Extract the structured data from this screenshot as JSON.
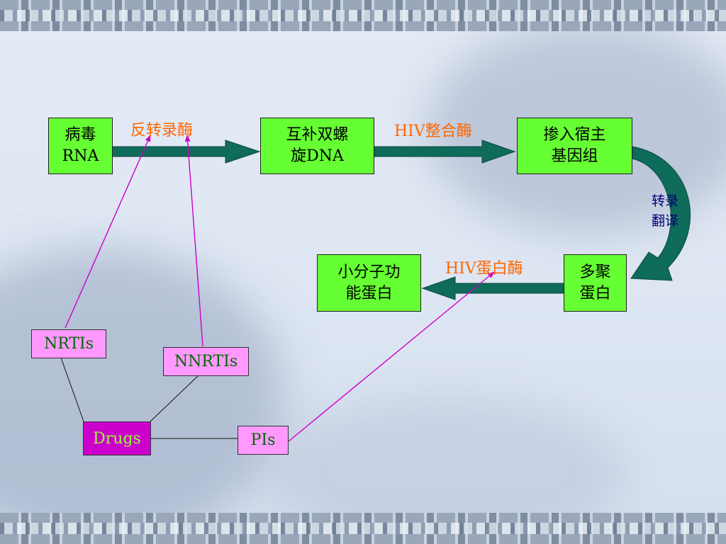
{
  "nodes": {
    "viral_rna": [
      "病毒",
      "RNA"
    ],
    "double_dna": [
      "互补双螺",
      "旋DNA"
    ],
    "integrated": [
      "掺入宿主",
      "基因组"
    ],
    "polyprotein": [
      "多聚",
      "蛋白"
    ],
    "small_protein": [
      "小分子功",
      "能蛋白"
    ]
  },
  "enzymes": {
    "reverse_transcriptase": "反转录酶",
    "integrase": "HIV整合酶",
    "protease": "HIV蛋白酶",
    "transcription": [
      "转录",
      "翻译"
    ]
  },
  "drugs": {
    "nrtis": "NRTIs",
    "nnrtis": "NNRTIs",
    "pis": "PIs",
    "center": "Drugs"
  },
  "colors": {
    "node_fill": "#66ff33",
    "drug_fill": "#ff99ff",
    "center_fill": "#cc00cc",
    "arrow_fill": "#0f6b5a",
    "pointer_line": "#cc00cc",
    "enzyme_text": "#ff6600"
  }
}
